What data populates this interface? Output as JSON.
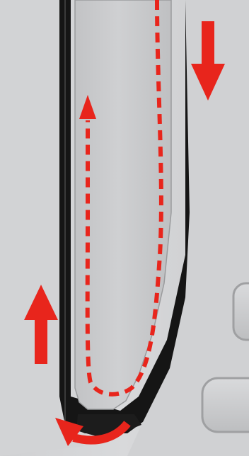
{
  "illustration": {
    "subject": "threading-path-diagram",
    "colors": {
      "panel": "#d3d4d6",
      "panel_shadow": "#b9babc",
      "slot": "#1a1a1a",
      "guide_plate": "#c8c9cb",
      "guide_edge": "#a7a8aa",
      "arrow_red": "#e8251c"
    },
    "arrows": {
      "path_direction": "down-then-up",
      "big_arrow_right": "down",
      "big_arrow_left": "up",
      "curved_arrow": "around-bottom-hook"
    }
  }
}
